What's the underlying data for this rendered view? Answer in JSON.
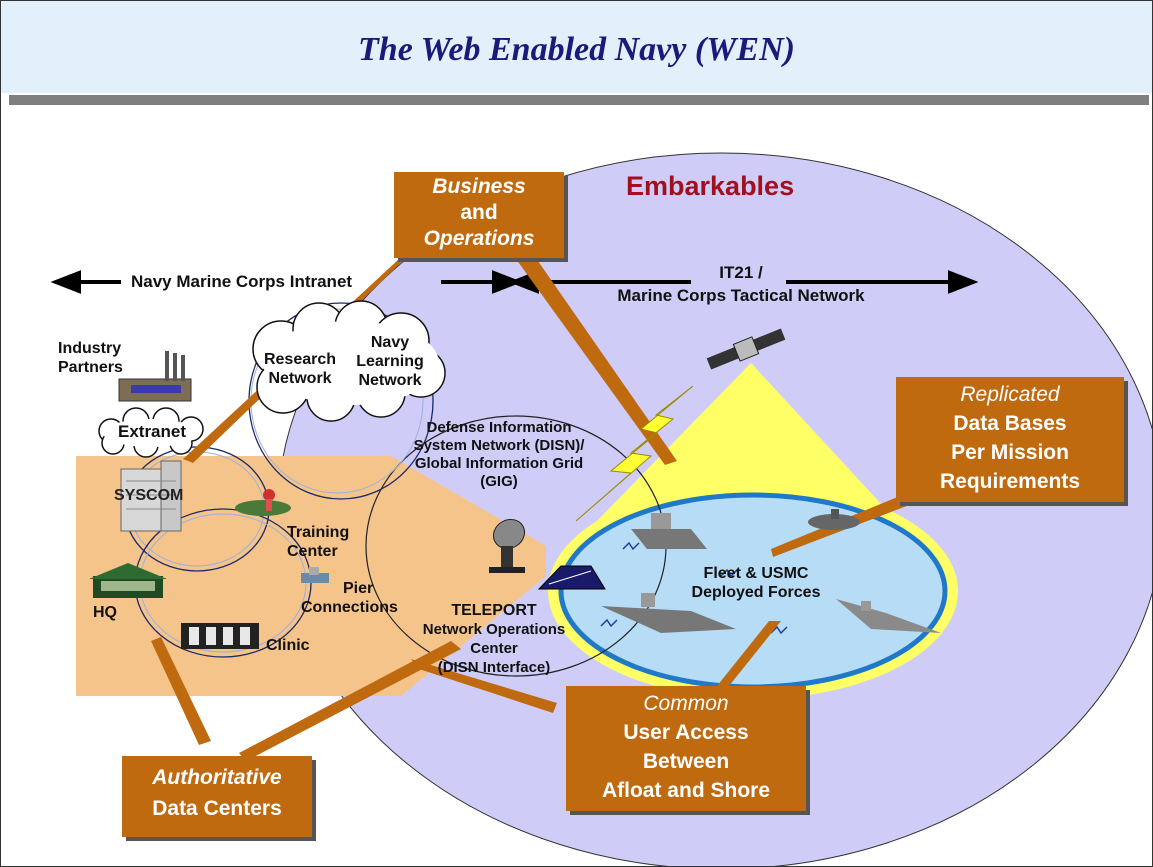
{
  "title": "The Web Enabled Navy (WEN)",
  "embarkables": "Embarkables",
  "nmci_label": "Navy Marine Corps Intranet",
  "it21_label": {
    "line1": "IT21 /",
    "line2": "Marine Corps Tactical Network"
  },
  "clouds": {
    "research": {
      "line1": "Research",
      "line2": "Network"
    },
    "learning": {
      "line1": "Navy",
      "line2": "Learning",
      "line3": "Network"
    },
    "extranet": "Extranet"
  },
  "nodes": {
    "industry": {
      "line1": "Industry",
      "line2": "Partners"
    },
    "syscom": "SYSCOM",
    "hq": "HQ",
    "clinic": "Clinic",
    "training": {
      "line1": "Training",
      "line2": "Center"
    },
    "pier": {
      "line1": "Pier",
      "line2": "Connections"
    },
    "disn": {
      "line1": "Defense Information",
      "line2": "System Network (DISN)/",
      "line3": "Global Information Grid",
      "line4": "(GIG)"
    },
    "teleport": {
      "line1": "TELEPORT",
      "line2": "Network Operations",
      "line3": "Center",
      "line4": "(DISN Interface)"
    },
    "fleet": {
      "line1": "Fleet & USMC",
      "line2": "Deployed Forces"
    }
  },
  "callouts": {
    "business": {
      "line1": "Business",
      "line2": "and",
      "line3": "Operations"
    },
    "replicated": {
      "line1": "Replicated",
      "line2": "Data Bases",
      "line3": "Per Mission",
      "line4": "Requirements"
    },
    "common": {
      "line1": "Common",
      "line2": "User Access",
      "line3": "Between",
      "line4": "Afloat and Shore"
    },
    "authoritative": {
      "line1": "Authoritative",
      "line2": "Data Centers"
    }
  },
  "icons": [
    "satellite-icon",
    "lightning-icon",
    "dish-antenna-icon",
    "tent-icon",
    "building-icon",
    "ship-icon",
    "submarine-icon",
    "carrier-icon"
  ],
  "colors": {
    "header_bg": "#e1f0fb",
    "title": "#1a1a7a",
    "ellipse": "#cfcdf7",
    "shore": "#f5c48a",
    "callout": "#c06a10",
    "sea": "#b7dcf6",
    "sea_ring": "#1f78c8",
    "beam": "#ffff66",
    "embarkables": "#a0101e"
  }
}
